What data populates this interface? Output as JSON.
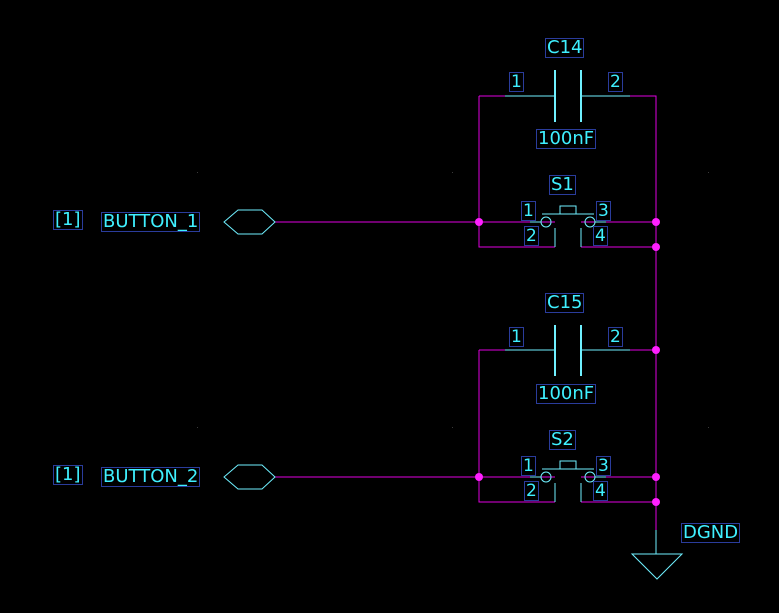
{
  "colors": {
    "background": "#000000",
    "wire": "#e000e0",
    "part": "#6ff0ff",
    "label_text": "#3ff0ff",
    "label_box": "#2a3c9c",
    "junction": "#ff20ff"
  },
  "capacitors": [
    {
      "ref": "C14",
      "value": "100nF",
      "pin1": "1",
      "pin2": "2"
    },
    {
      "ref": "C15",
      "value": "100nF",
      "pin1": "1",
      "pin2": "2"
    }
  ],
  "switches": [
    {
      "ref": "S1",
      "pins": [
        "1",
        "2",
        "3",
        "4"
      ]
    },
    {
      "ref": "S2",
      "pins": [
        "1",
        "2",
        "3",
        "4"
      ]
    }
  ],
  "ports": [
    {
      "sheet_ref": "[1]",
      "net": "BUTTON_1"
    },
    {
      "sheet_ref": "[1]",
      "net": "BUTTON_2"
    }
  ],
  "ground": {
    "net": "DGND",
    "icon": "ground-triangle-icon"
  },
  "icons": {
    "port": "port-hexagon-icon",
    "junction": "junction-dot-icon",
    "capacitor": "capacitor-icon",
    "switch": "pushbutton-switch-icon"
  }
}
